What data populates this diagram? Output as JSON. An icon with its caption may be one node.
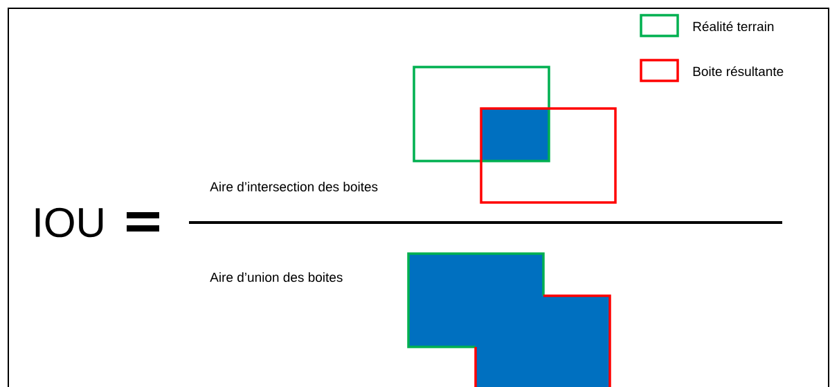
{
  "diagram": {
    "labels": [
      "IOU",
      "Aire d’intersection des boites",
      "Aire d’union des boites"
    ],
    "legend": [
      {
        "text": "Réalité terrain",
        "color": "#00b050"
      },
      {
        "text": "Boite résultante",
        "color": "#ff0000"
      }
    ]
  }
}
